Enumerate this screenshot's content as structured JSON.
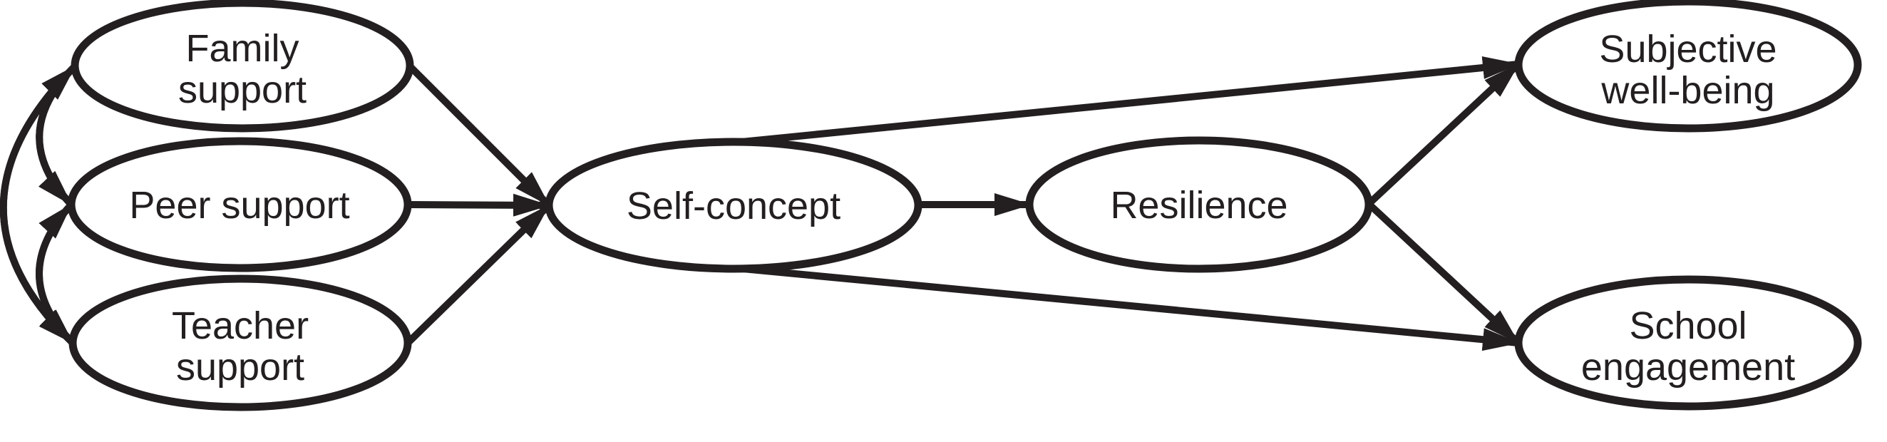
{
  "figure": {
    "type": "path-model-diagram",
    "background_color": "#ffffff",
    "line_color": "#231f20"
  },
  "nodes": {
    "family_support": {
      "line1": "Family",
      "line2": "support"
    },
    "peer_support": {
      "line1": "Peer support"
    },
    "teacher_support": {
      "line1": "Teacher",
      "line2": "support"
    },
    "self_concept": {
      "line1": "Self-concept"
    },
    "resilience": {
      "line1": "Resilience"
    },
    "subjective_well_being": {
      "line1": "Subjective",
      "line2": "well-being"
    },
    "school_engagement": {
      "line1": "School",
      "line2": "engagement"
    }
  },
  "edges": [
    {
      "from": "family_support",
      "to": "self_concept",
      "type": "directed"
    },
    {
      "from": "peer_support",
      "to": "self_concept",
      "type": "directed"
    },
    {
      "from": "teacher_support",
      "to": "self_concept",
      "type": "directed"
    },
    {
      "from": "self_concept",
      "to": "resilience",
      "type": "directed"
    },
    {
      "from": "self_concept",
      "to": "subjective_well_being",
      "type": "directed"
    },
    {
      "from": "self_concept",
      "to": "school_engagement",
      "type": "directed"
    },
    {
      "from": "resilience",
      "to": "subjective_well_being",
      "type": "directed"
    },
    {
      "from": "resilience",
      "to": "school_engagement",
      "type": "directed"
    },
    {
      "between": [
        "family_support",
        "peer_support"
      ],
      "type": "covariance"
    },
    {
      "between": [
        "peer_support",
        "teacher_support"
      ],
      "type": "covariance"
    },
    {
      "between": [
        "family_support",
        "teacher_support"
      ],
      "type": "covariance"
    }
  ]
}
